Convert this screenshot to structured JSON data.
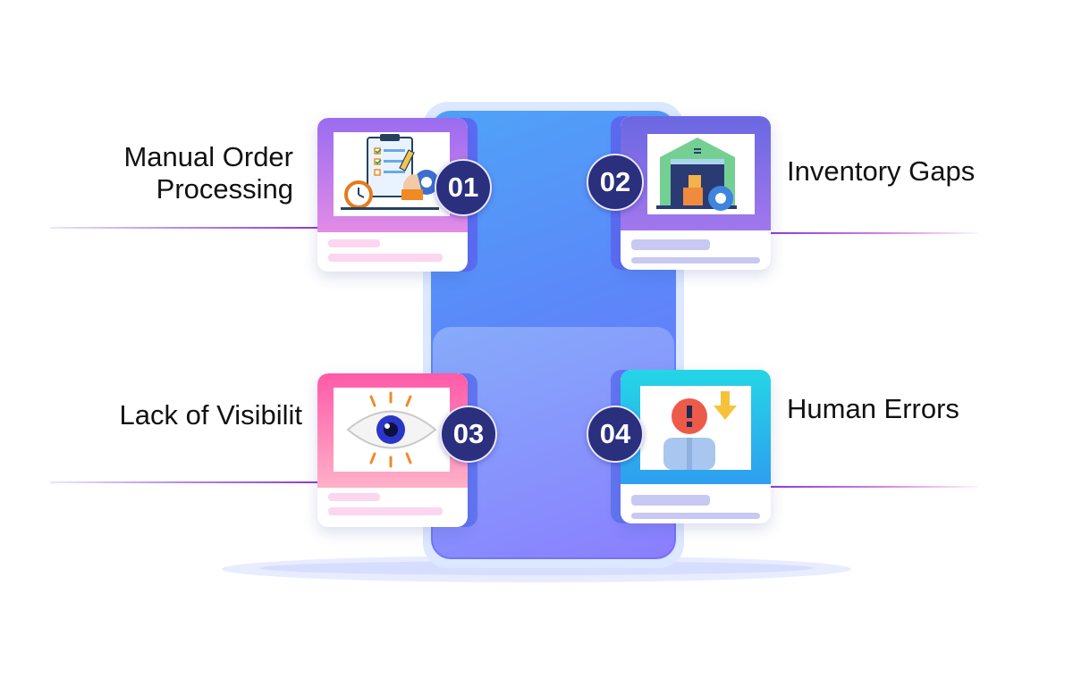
{
  "items": [
    {
      "number": "01",
      "label_line1": "Manual Order",
      "label_line2": "Processing",
      "icon": "clipboard-checklist-icon"
    },
    {
      "number": "02",
      "label_line1": "Inventory Gaps",
      "icon": "warehouse-gear-icon"
    },
    {
      "number": "03",
      "label_line1": "Lack of Visibilit",
      "icon": "eye-icon"
    },
    {
      "number": "04",
      "label_line1": "Human Errors",
      "icon": "person-warning-icon"
    }
  ],
  "colors": {
    "phone_top": "#4fa3f7",
    "phone_bottom": "#7b6cff",
    "badge": "#2a2f7e",
    "card1": "#c77ef2",
    "card2": "#6f6fe8",
    "card3": "#ff7fb8",
    "card4": "#28c7e8"
  }
}
